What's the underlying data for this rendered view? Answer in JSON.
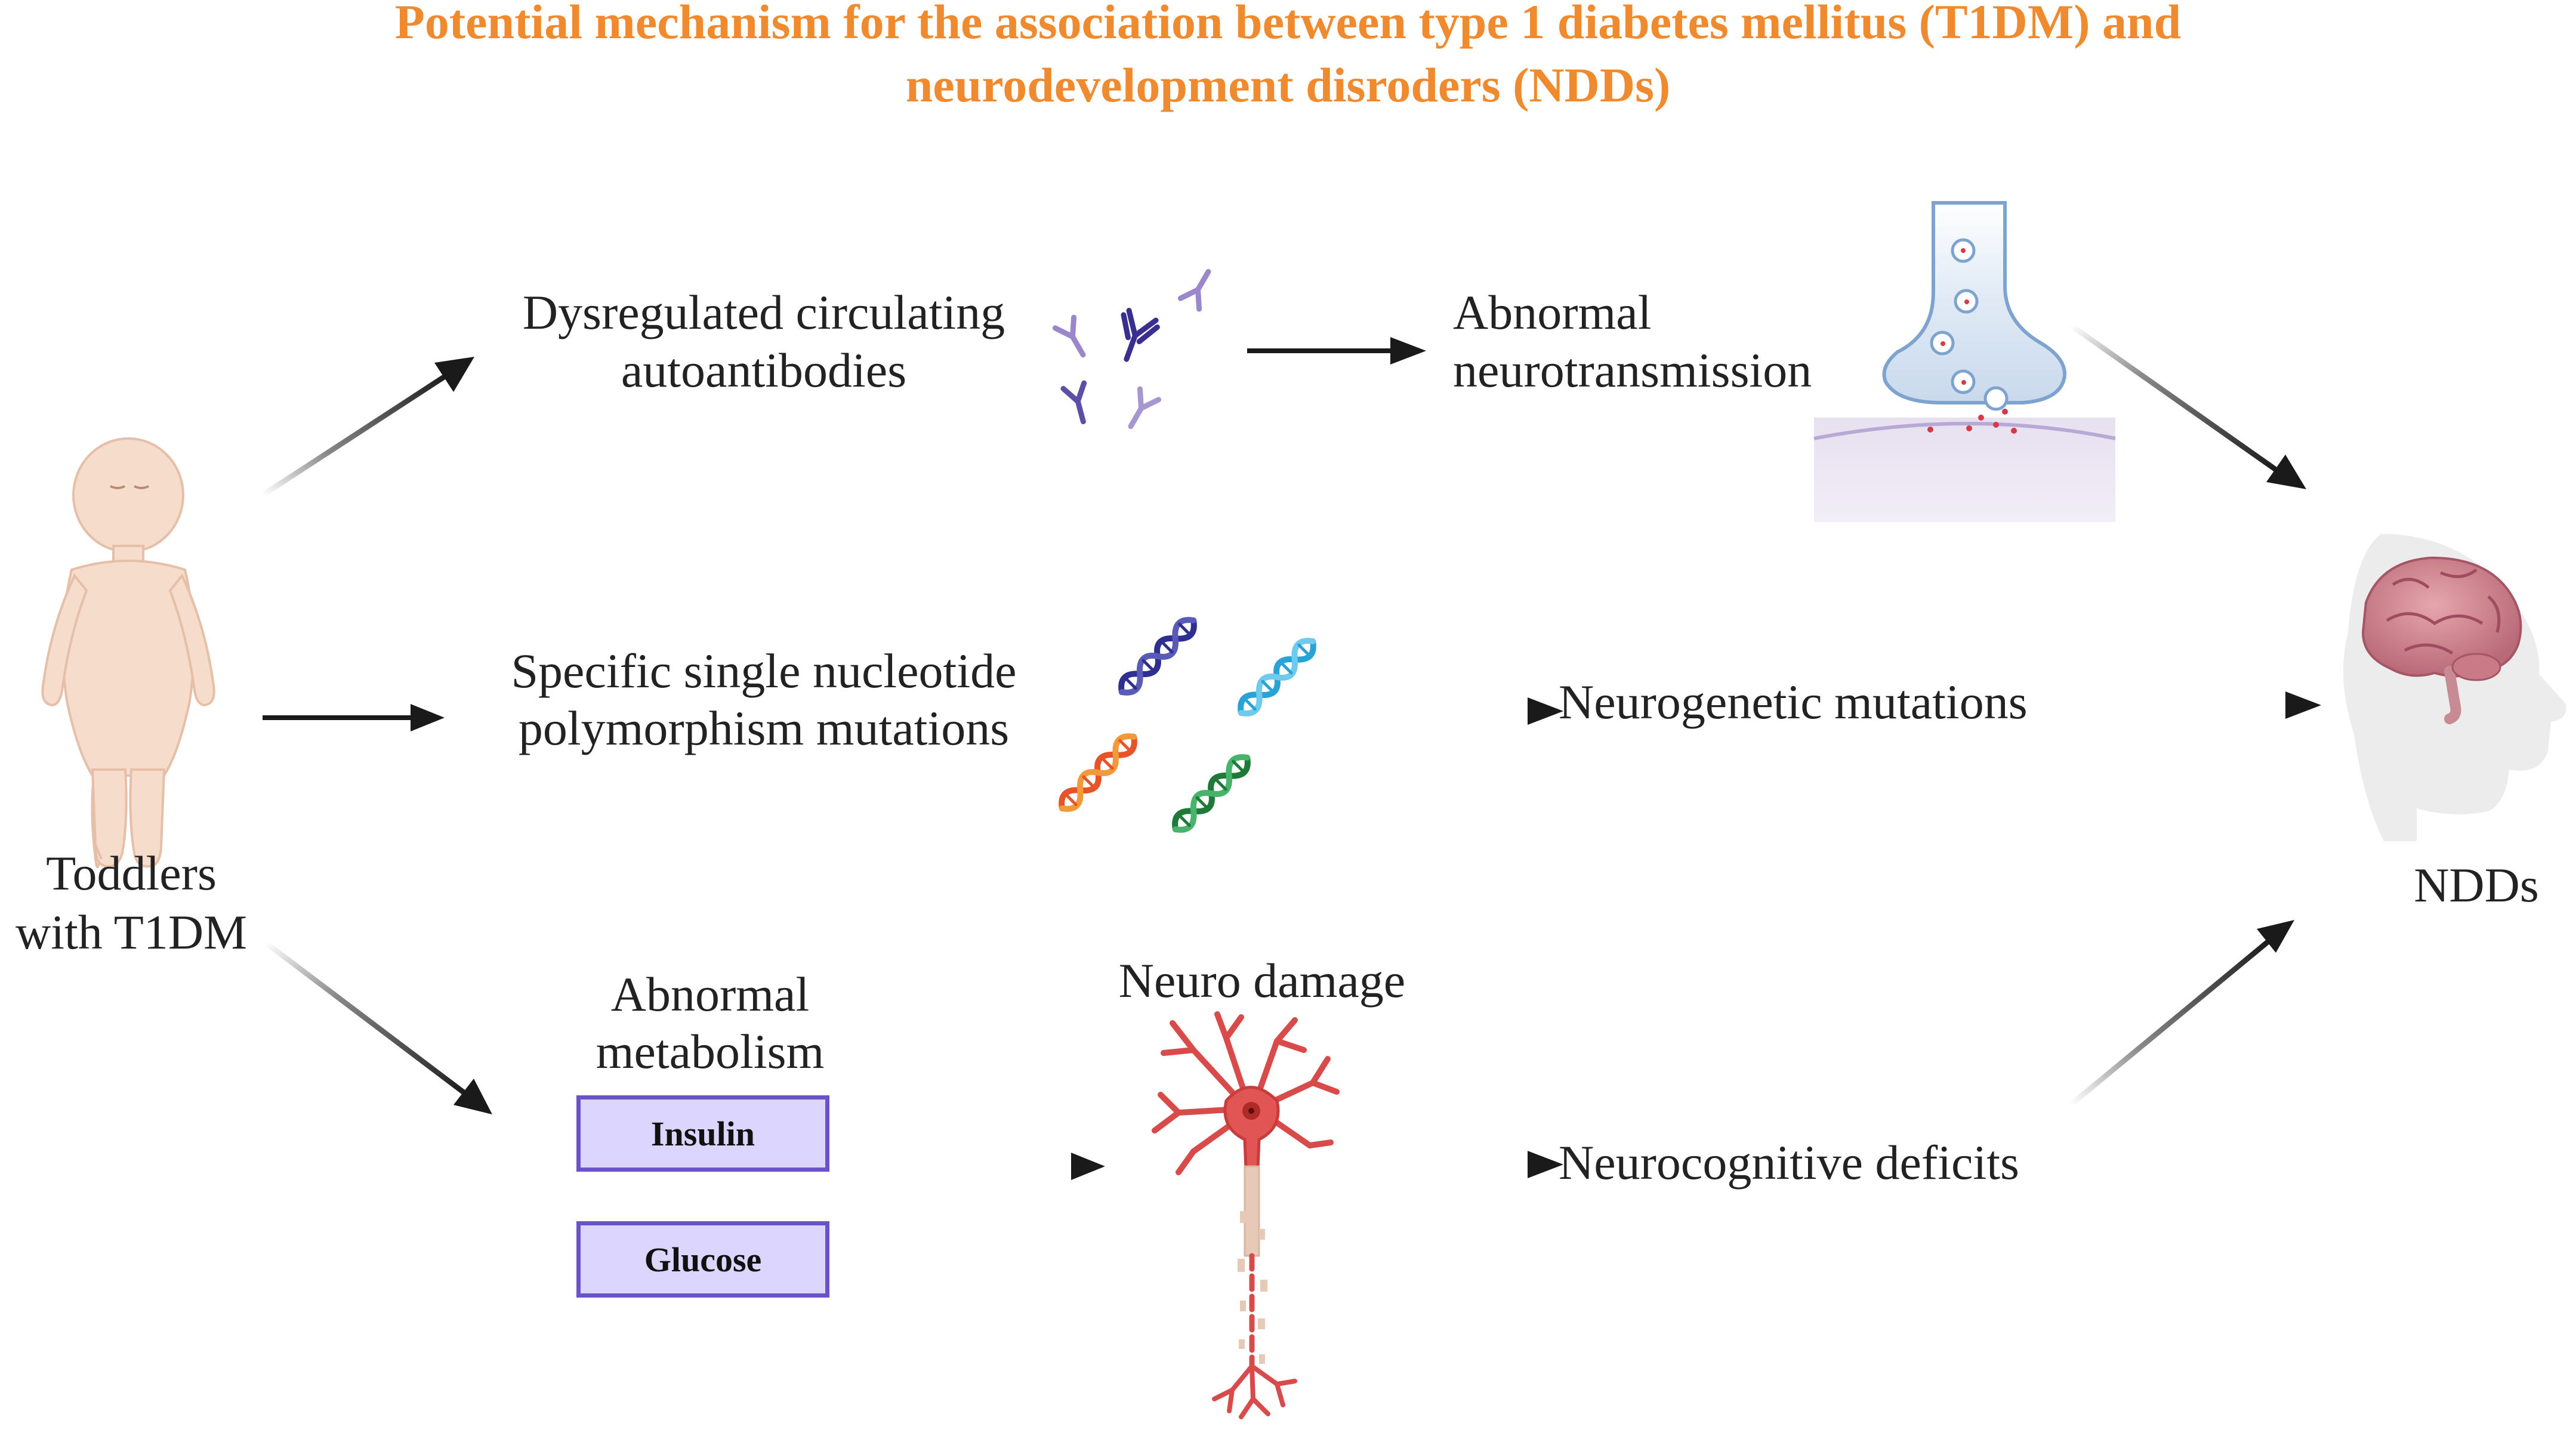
{
  "title": {
    "line1": "Potential mechanism for the association between type 1 diabetes mellitus (T1DM) and",
    "line2": "neurodevelopment disroders (NDDs)"
  },
  "source": {
    "line1": "Toddlers",
    "line2": "with T1DM"
  },
  "target": "NDDs",
  "pathway1": {
    "step1": {
      "line1": "Dysregulated circulating",
      "line2": "autoantibodies"
    },
    "step2": {
      "line1": "Abnormal",
      "line2": "neurotransmission"
    }
  },
  "pathway2": {
    "step1": {
      "line1": "Specific single nucleotide",
      "line2": "polymorphism mutations"
    },
    "step2": "Neurogenetic mutations"
  },
  "pathway3": {
    "step1": {
      "line1": "Abnormal",
      "line2": "metabolism"
    },
    "boxes": [
      "Insulin",
      "Glucose"
    ],
    "step2": "Neuro damage",
    "step3": "Neurocognitive deficits"
  },
  "colors": {
    "title": "#f08a2e",
    "box_fill": "#dcd6ff",
    "box_border": "#6a53c9",
    "arrow": "#1a1a1a",
    "antibody": "#7b68b5",
    "neuron": "#d94a4a",
    "brain": "#c97a86",
    "head": "#ececec",
    "synapse": "#d7e4f3",
    "skin": "#f6dccb"
  },
  "icons": {
    "source": "toddler-figure-icon",
    "antibodies": "antibody-icon",
    "dna": "dna-helix-icon",
    "synapse": "synapse-icon",
    "neuron": "neuron-icon",
    "head": "head-brain-icon"
  }
}
